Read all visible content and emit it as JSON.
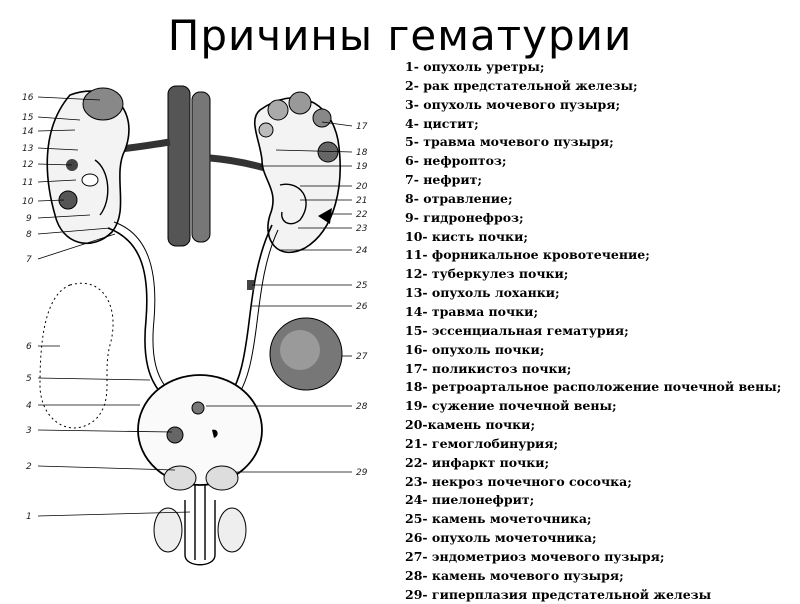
{
  "title": "Причины гематурии",
  "legend": [
    "1- опухоль уретры;",
    "2- рак предстательной железы;",
    "3- опухоль мочевого пузыря;",
    "4- цистит;",
    "5- травма мочевого пузыря;",
    "6- нефроптоз;",
    "7- нефрит;",
    "8- отравление;",
    "9- гидронефроз;",
    "10- кисть почки;",
    "11- форникальное кровотечение;",
    "12- туберкулез почки;",
    "13- опухоль лоханки;",
    "14- травма почки;",
    "15- эссенциальная гематурия;",
    "16- опухоль почки;",
    "17- поликистоз почки;",
    "18- ретроартальное расположение почечной вены;",
    "19- сужение почечной вены;",
    "20-камень почки;",
    "21- гемоглобинурия;",
    "22- инфаркт почки;",
    "23- некроз почечного сосочка;",
    "24- пиелонефрит;",
    "25- камень мочеточника;",
    "26- опухоль мочеточника;",
    "27- эндометриоз мочевого пузыря;",
    "28- камень мочевого пузыря;",
    "29- гиперплазия предстательной железы"
  ],
  "left_labels": [
    "16",
    "15",
    "14",
    "13",
    "12",
    "11",
    "10",
    "9",
    "8",
    "7",
    "6",
    "5",
    "4",
    "3",
    "2",
    "1"
  ],
  "right_labels": [
    "17",
    "18",
    "19",
    "20",
    "21",
    "22",
    "23",
    "24",
    "25",
    "26",
    "27",
    "28",
    "29"
  ]
}
